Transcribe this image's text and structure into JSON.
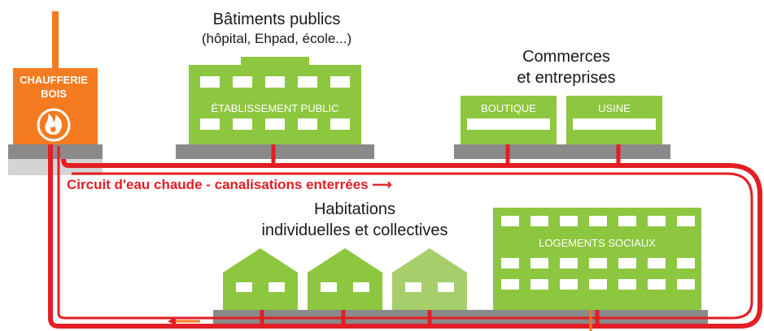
{
  "boiler": {
    "label_line1": "CHAUFFERIE",
    "label_line2": "BOIS",
    "icon": "flame-icon"
  },
  "public_buildings": {
    "caption_line1": "Bâtiments publics",
    "caption_line2": "(hôpital, Ehpad, école...)",
    "building_label": "ÉTABLISSEMENT PUBLIC"
  },
  "business": {
    "caption_line1": "Commerces",
    "caption_line2": "et entreprises",
    "shop_label": "BOUTIQUE",
    "factory_label": "USINE"
  },
  "circuit": {
    "label": "Circuit d'eau chaude - canalisations enterrées ⟶"
  },
  "housing": {
    "caption_line1": "Habitations",
    "caption_line2": "individuelles et collectives",
    "social_label": "LOGEMENTS SOCIAUX"
  },
  "colors": {
    "green": "#8dc63f",
    "green_light": "#a6ce6a",
    "window_white": "#ffffff",
    "orange": "#f47b20",
    "pipe_red": "#e31e24",
    "ground_grey": "#8a8a8a",
    "ground_dark": "#5a5a5a",
    "text_dark": "#1a1a1a"
  }
}
